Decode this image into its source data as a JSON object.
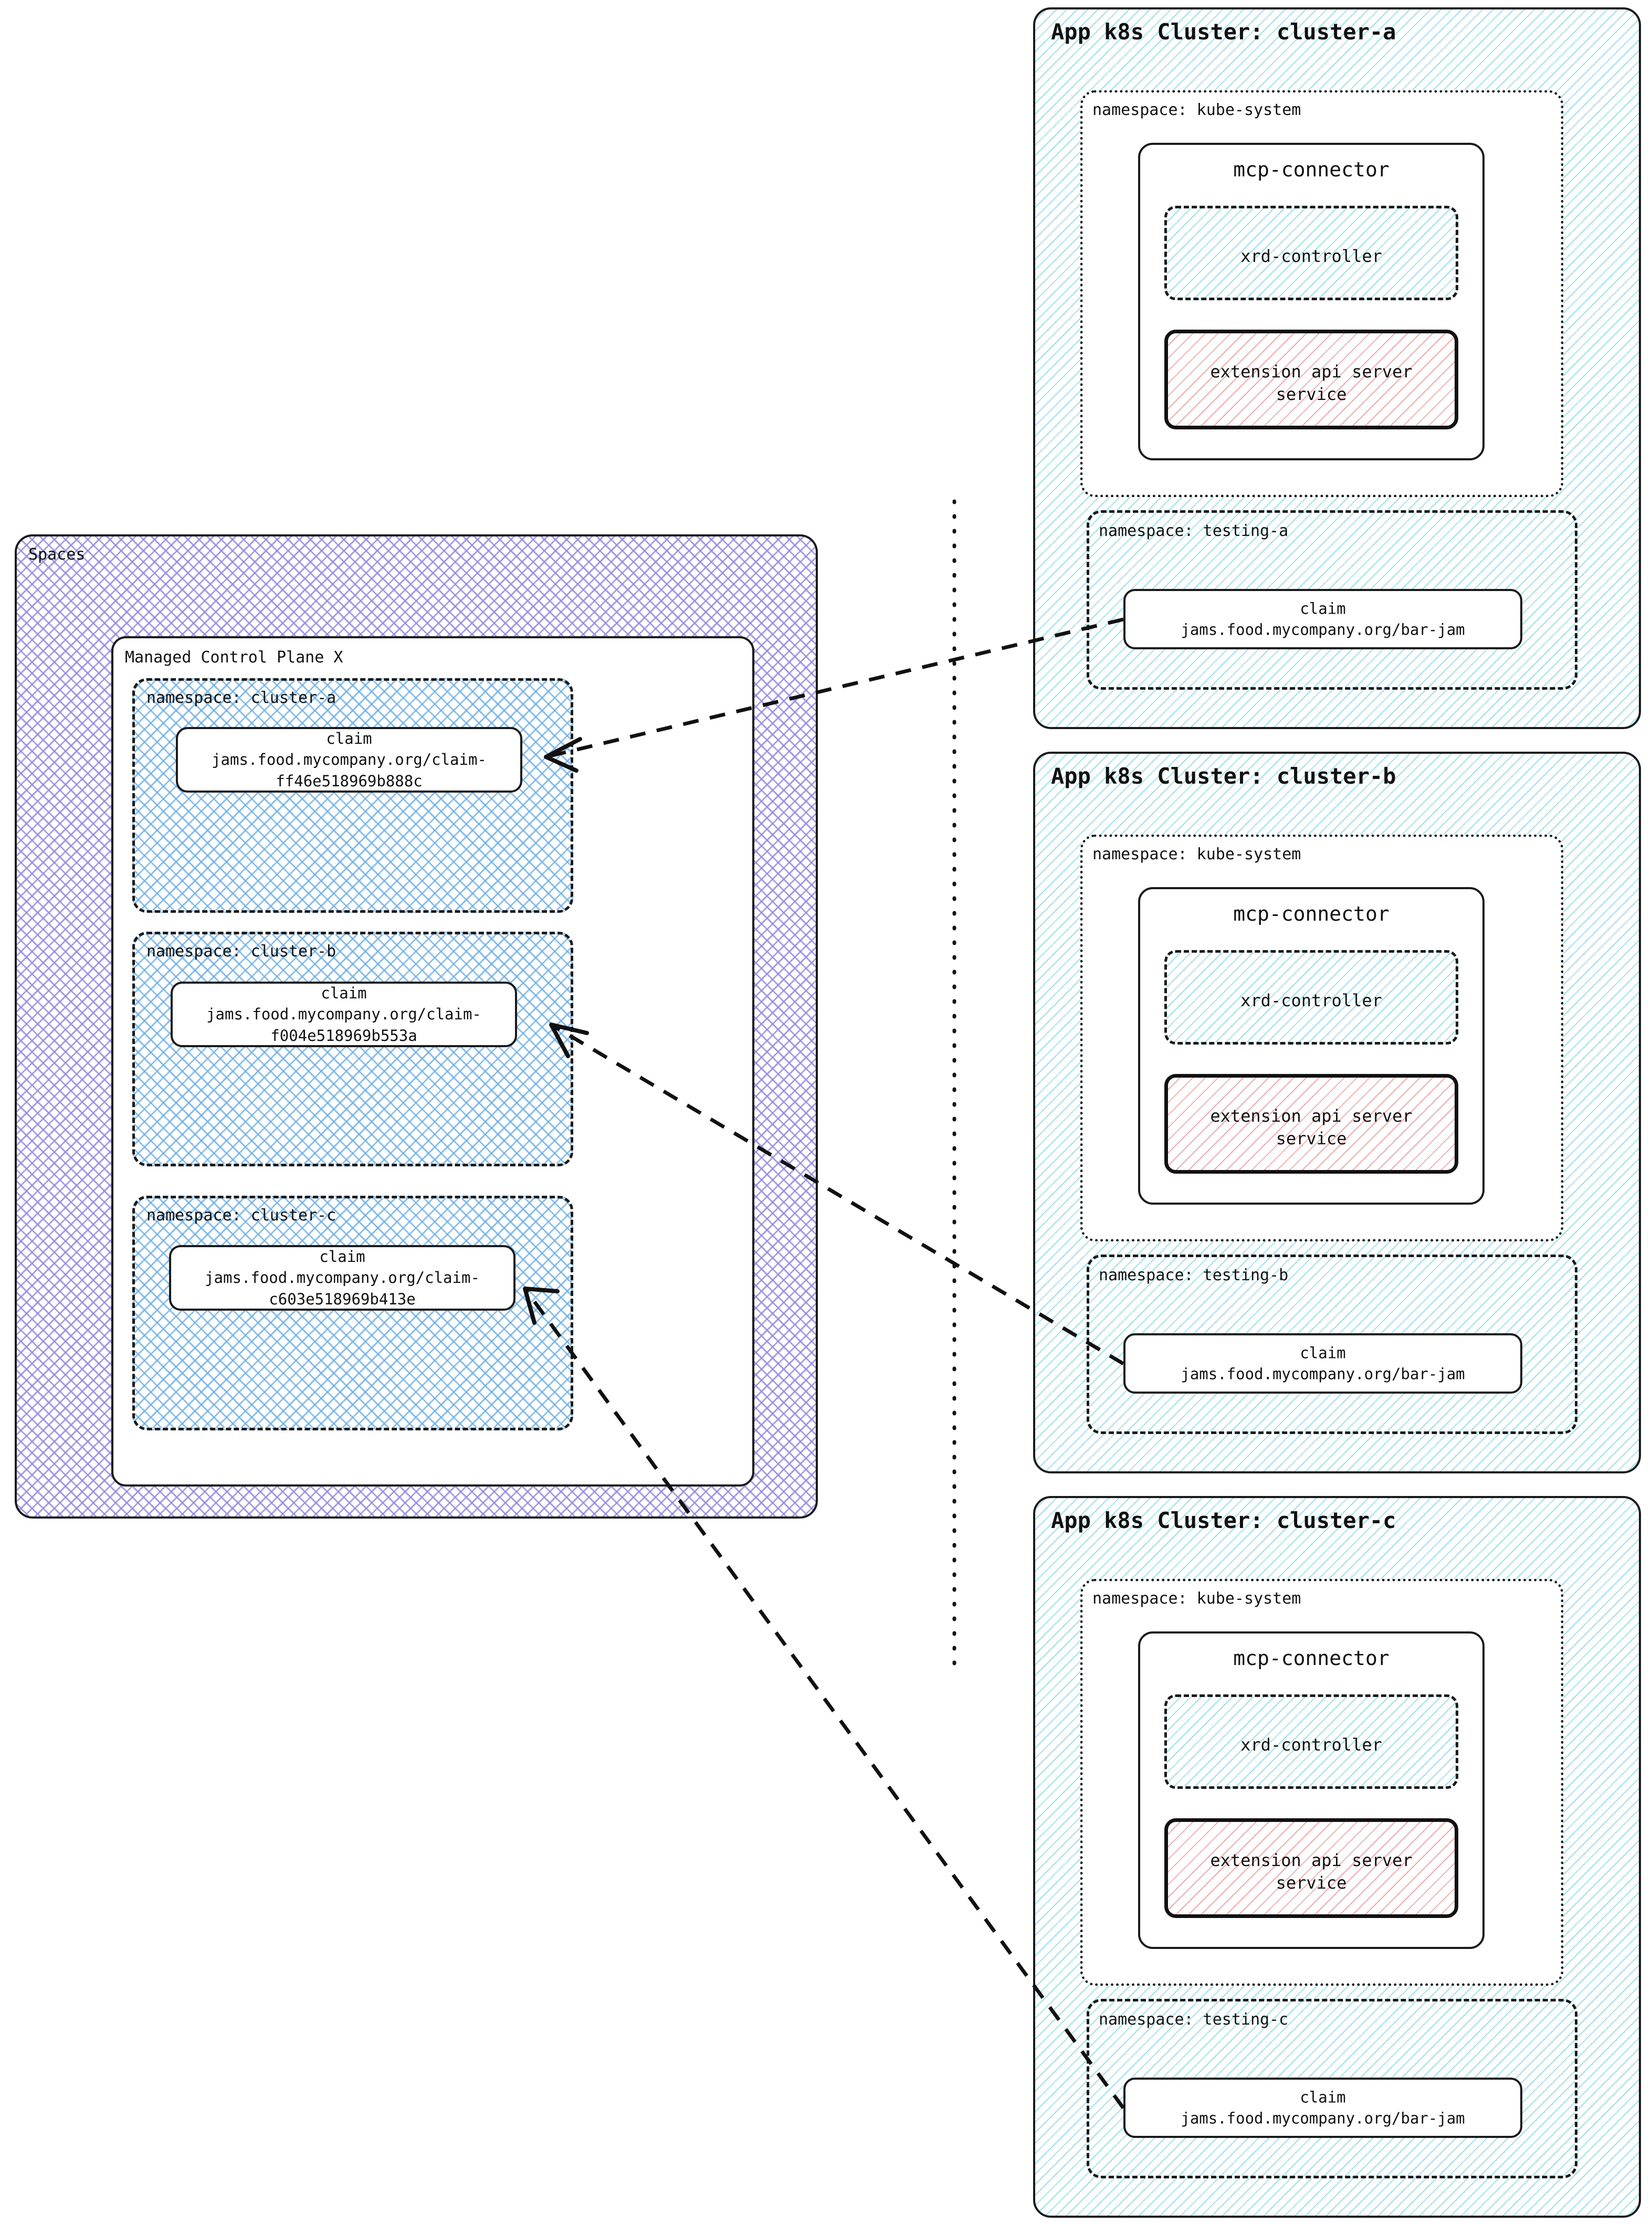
{
  "spaces": {
    "label": "Spaces",
    "mcp": {
      "label": "Managed Control Plane X",
      "namespaces": [
        {
          "label": "namespace: cluster-a",
          "claim": {
            "kind": "claim",
            "name": "jams.food.mycompany.org/claim-\nff46e518969b888c"
          }
        },
        {
          "label": "namespace: cluster-b",
          "claim": {
            "kind": "claim",
            "name": "jams.food.mycompany.org/claim-\nf004e518969b553a"
          }
        },
        {
          "label": "namespace: cluster-c",
          "claim": {
            "kind": "claim",
            "name": "jams.food.mycompany.org/claim-\nc603e518969b413e"
          }
        }
      ]
    }
  },
  "clusters": [
    {
      "title": "App k8s Cluster: cluster-a",
      "kube_system": {
        "label": "namespace: kube-system",
        "connector": {
          "title": "mcp-connector",
          "controller": "xrd-controller",
          "service": "extension api server\nservice"
        }
      },
      "testing": {
        "label": "namespace: testing-a",
        "claim": {
          "kind": "claim",
          "name": "jams.food.mycompany.org/bar-jam"
        }
      }
    },
    {
      "title": "App k8s Cluster: cluster-b",
      "kube_system": {
        "label": "namespace: kube-system",
        "connector": {
          "title": "mcp-connector",
          "controller": "xrd-controller",
          "service": "extension api server\nservice"
        }
      },
      "testing": {
        "label": "namespace: testing-b",
        "claim": {
          "kind": "claim",
          "name": "jams.food.mycompany.org/bar-jam"
        }
      }
    },
    {
      "title": "App k8s Cluster: cluster-c",
      "kube_system": {
        "label": "namespace: kube-system",
        "connector": {
          "title": "mcp-connector",
          "controller": "xrd-controller",
          "service": "extension api server\nservice"
        }
      },
      "testing": {
        "label": "namespace: testing-c",
        "claim": {
          "kind": "claim",
          "name": "jams.food.mycompany.org/bar-jam"
        }
      }
    }
  ],
  "colors": {
    "spaces_hatch": "#968ce1",
    "namespace_hatch": "#6eafe6",
    "cluster_stripe": "#64cde1",
    "service_stripe": "#e88c8c",
    "stroke": "#111111"
  }
}
